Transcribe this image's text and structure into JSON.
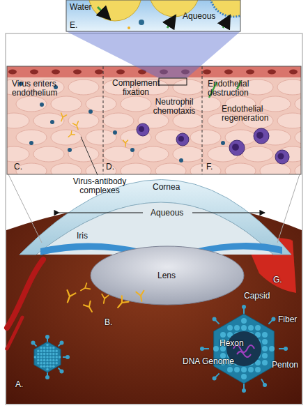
{
  "diagram": {
    "labels": [
      "Water",
      "Aqueous",
      "E.",
      "Virus enters endothelium",
      "Complement fixation",
      "Neutrophil chemotaxis",
      "Endothelial destruction",
      "Endothelial regeneration",
      "C.",
      "D.",
      "F.",
      "Virus-antibody complexes",
      "Cornea",
      "Aqueous",
      "Iris",
      "Lens",
      "B.",
      "G.",
      "A.",
      "Capsid",
      "Fiber",
      "Hexon",
      "DNA Genome",
      "Penton"
    ]
  }
}
